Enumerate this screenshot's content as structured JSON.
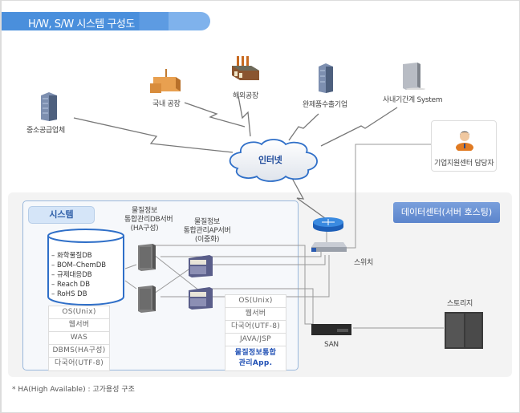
{
  "title": "H/W, S/W 시스템 구성도",
  "internet_label": "인터넷",
  "external_nodes": [
    {
      "id": "sme-supplier",
      "label": "중소공급업체",
      "icon": "building-icon"
    },
    {
      "id": "domestic-factory",
      "label": "국내 공장",
      "icon": "factory-icon"
    },
    {
      "id": "overseas-factory",
      "label": "해외공장",
      "icon": "factory-icon"
    },
    {
      "id": "export-company",
      "label": "완제품수출기업",
      "icon": "building-icon"
    },
    {
      "id": "internal-system",
      "label": "사내기간계 System",
      "icon": "server-tower-icon"
    }
  ],
  "support": {
    "label": "기업지원센터 담당자",
    "icon": "person-icon"
  },
  "system": {
    "label": "시스템",
    "db_items": [
      "– 화학물질DB",
      "– BOM–ChemDB",
      "– 규제대응DB",
      "– Reach DB",
      "– RoHS  DB"
    ],
    "db_server_label": [
      "물질정보",
      "통합관리DB서버",
      "(HA구성)"
    ],
    "ap_server_label": [
      "물질정보",
      "통합관리AP서버",
      "(이중화)"
    ],
    "db_specs": [
      "OS(Unix)",
      "웹서버",
      "WAS",
      "DBMS(HA구성)",
      "다국어(UTF-8)"
    ],
    "ap_specs": [
      "OS(Unix)",
      "웹서버",
      "다국어(UTF-8)",
      "JAVA/JSP"
    ],
    "ap_app": [
      "물질정보통합",
      "관리App."
    ]
  },
  "datacenter": {
    "label": "데이터센터(서버 호스팅)",
    "switch_label": "스위치",
    "san_label": "SAN",
    "storage_label": "스토리지"
  },
  "footnote": "* HA(High Available) : 고가용성 구조",
  "colors": {
    "title_bar": "#4a8fdc",
    "cloud_stroke": "#2f6fc8",
    "dc_badge": "#6890d4",
    "app_text": "#1f4fb4"
  }
}
